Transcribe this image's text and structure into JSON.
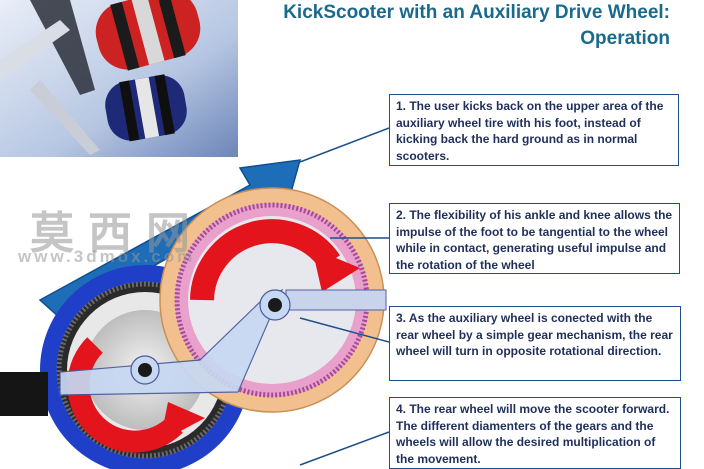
{
  "title": {
    "line1": "KickScooter with an Auxiliary Drive Wheel:",
    "line2": "Operation"
  },
  "steps": [
    "1. The user kicks back on the upper area of the auxiliary wheel tire with his foot, instead of kicking back the hard ground as in normal scooters.",
    "2. The flexibility of his ankle and knee allows the impulse of the foot to be tangential to the wheel while in contact, generating useful impulse and the rotation of the wheel",
    "3. As the auxiliary wheel is conected with the rear wheel by a simple gear mechanism, the rear wheel will turn in opposite rotational direction.",
    "4. The rear wheel will move the scooter forward. The different diamenters of the gears and the wheels will allow the desired multiplication of the movement."
  ],
  "watermark": {
    "chars": "莫西网",
    "url": "www.3dmox.com"
  },
  "colors": {
    "title": "#1a6a8c",
    "box_border": "#1f4f8a",
    "arrow_blue": "#1e6db8",
    "rear_tire": "#1f3fc9",
    "aux_tire": "#f2c08e",
    "rotation_arrow": "#e3141b"
  }
}
